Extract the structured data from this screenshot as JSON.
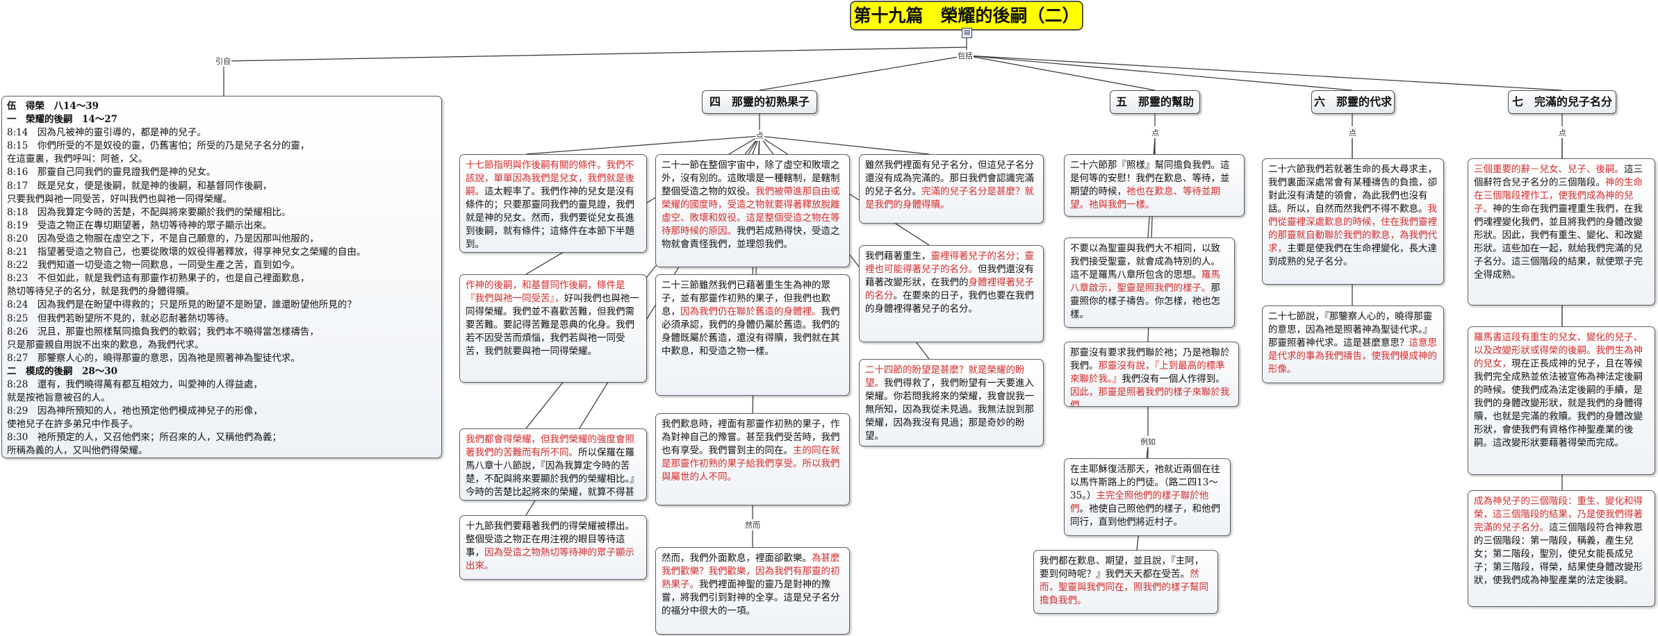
{
  "title": "第十九篇　榮耀的後嗣（二）",
  "connectors": {
    "quote": "引自",
    "includes": "包括",
    "item": "点",
    "however": "然而",
    "example": "例如"
  },
  "headings": {
    "h4": "四　那靈的初熟果子",
    "h5": "五　那靈的幫助",
    "h6": "六　那靈的代求",
    "h7": "七　完滿的兒子名分"
  },
  "left_lines": [
    "伍　得榮　八14～39",
    "一　榮耀的後嗣　14～27",
    "8:14　因為凡被神的靈引導的，都是神的兒子。",
    "8:15　你們所受的不是奴役的靈，仍舊害怕；所受的乃是兒子名分的靈，",
    "在這靈裏，我們呼叫：阿爸，父。",
    "8:16　那靈自己同我們的靈見證我們是神的兒女。",
    "8:17　既是兒女，便是後嗣，就是神的後嗣，和基督同作後嗣，",
    "只要我們與祂一同受苦，好叫我們也與祂一同得榮耀。",
    "8:18　因為我算定今時的苦楚，不配與將來要顯於我們的榮耀相比。",
    "8:19　受造之物正在專切期望著，熱切等待神的眾子顯示出來。",
    "8:20　因為受造之物服在虛空之下，不是自己願意的，乃是因那叫他服的，",
    "8:21　指望著受造之物自己，也要從敗壞的奴役得著釋放，得享神兒女之榮耀的自由。",
    "8:22　我們知道一切受造之物一同歎息，一同受生產之苦，直到如今。",
    "8:23　不但如此，就是我們這有那靈作初熟果子的，也是自己裡面歎息，",
    "熱切等待兒子的名分，就是我們的身體得贖。",
    "8:24　因為我們是在盼望中得救的；只是所見的盼望不是盼望，誰還盼望他所見的？",
    "8:25　但我們若盼望所不見的，就必忍耐著熱切等待。",
    "8:26　況且，那靈也照樣幫同擔負我們的軟弱；我們本不曉得當怎樣禱告，",
    "只是那靈親自用說不出來的歎息，為我們代求。",
    "8:27　那鑒察人心的，曉得那靈的意思，因為祂是照著神為聖徒代求。",
    "二　模成的後嗣　28～30",
    "8:28　還有，我們曉得萬有都互相效力，叫愛神的人得益處，",
    "就是按祂旨意被召的人。",
    "8:29　因為神所預知的人，祂也預定他們模成神兒子的形像，",
    "使祂兒子在許多弟兄中作長子。",
    "8:30　祂所預定的人，又召他們來；所召來的人，又稱他們為義；",
    "所稱為義的人，又叫他們得榮耀。"
  ],
  "boxes": {
    "b1": [
      {
        "t": "十七節指明與作後嗣有關的條件。我們不該說，單單因為我們是兒女，我們就是後嗣。",
        "r": true
      },
      {
        "t": "這太輕率了。我們作神的兒女是沒有條件的；只要那靈同我們的靈見證，我們就是神的兒女。然而，我們要從兒女長進到後嗣，就有條件；這條件在本節下半題到。",
        "r": false
      }
    ],
    "b2": [
      {
        "t": "作神的後嗣，和基督同作後嗣，條件是『我們與祂一同受苦』，",
        "r": true
      },
      {
        "t": "好叫我們也與祂一同得榮耀。我們並不喜歡苦難，但我們需要苦難。要記得苦難是恩典的化身。我們若不因受苦而煩惱，我們若與祂一同受苦，我們就要與祂一同得榮耀。",
        "r": false
      }
    ],
    "b3": [
      {
        "t": "我們都會得榮耀，但我們榮耀的強度會照著我們的苦難而有所不同。",
        "r": true
      },
      {
        "t": "所以保羅在羅馬八章十八節說，『因為我算定今時的苦楚，不配與將來要顯於我們的榮耀相比。』今時的苦楚比起將來的榮耀，就算不得甚麼。",
        "r": false
      }
    ],
    "b4": [
      {
        "t": "十九節我們要藉著我們的得榮耀被標出。整個受造之物正在用注視的眼目等待這事，",
        "r": false
      },
      {
        "t": "因為受造之物熱切等待神的眾子顯示出來。",
        "r": true
      }
    ],
    "b5": [
      {
        "t": "二十一節在整個宇宙中，除了虛空和敗壞之外，沒有別的。這敗壞是一種轄制，是轄制整個受造之物的奴役。",
        "r": false
      },
      {
        "t": "我們被帶進那自由或榮耀的國度時，受造之物就要得著釋放脫離虛空、敗壞和奴役。這是整個受造之物在等待那時候的原因。",
        "r": true
      },
      {
        "t": "我們若成熟得快，受造之物就會責怪我們，並理怨我們。",
        "r": false
      }
    ],
    "b6": [
      {
        "t": "二十三節雖然我們已藉著重生生為神的眾子，並有那靈作初熟的果子，但我們也歎息，",
        "r": false
      },
      {
        "t": "因為我們仍在聯於舊造的身體裡。",
        "r": true
      },
      {
        "t": "我們必須承認，我們的身體仍屬於舊造。我們的身體既屬於舊造，還沒有得贖，我們就在其中歎息，和受造之物一樣。",
        "r": false
      }
    ],
    "b7": [
      {
        "t": "我們歎息時，裡面有那靈作初熟的果子，作為對神自己的豫嘗。甚至我們受苦時，我們也有享受。我們嘗到主的同在。",
        "r": false
      },
      {
        "t": "主的同在就是那靈作初熟的果子給我們享受。所以我們與屬世的人不同。",
        "r": true
      }
    ],
    "b8": [
      {
        "t": "然而，我們外面歎息，裡面卻歡樂。",
        "r": false
      },
      {
        "t": "為甚麼我們歡樂？我們歡樂，因為我們有那靈的初熟果子。",
        "r": true
      },
      {
        "t": "我們裡面神聖的靈乃是對神的豫嘗，將我們引到對神的全享。這是兒子名分的福分中很大的一項。",
        "r": false
      }
    ],
    "b9": [
      {
        "t": "雖然我們裡面有兒子名分，但這兒子名分還沒有成為完滿的。那日我們會認識完滿的兒子名分。",
        "r": false
      },
      {
        "t": "完滿的兒子名分是甚麼？就是我們的身體得贖。",
        "r": true
      }
    ],
    "b10": [
      {
        "t": "我們藉著重生，",
        "r": false
      },
      {
        "t": "靈裡得著兒子的名分；靈裡也可能得著兒子的名分。",
        "r": true
      },
      {
        "t": "但我們還沒有藉著改變形狀，在我們的",
        "r": false
      },
      {
        "t": "身體裡得著兒子的名分",
        "r": true
      },
      {
        "t": "。在要來的日子，我們也要在我們的身體裡得著兒子的名分。",
        "r": false
      }
    ],
    "b11": [
      {
        "t": "二十四節的盼望是甚麼？就是榮耀的盼望。",
        "r": true
      },
      {
        "t": "我們得救了，我們盼望有一天要進入榮耀。你若問我將來的榮耀，我會說我一無所知，因為我從未見過。我無法說到那榮耀，因為我沒有見過；那是奇妙的盼望。",
        "r": false
      }
    ],
    "b12": [
      {
        "t": "二十六節那『照樣』幫同擔負我們。這是何等的安慰！我們在歎息、等待，並期望的時候，",
        "r": false
      },
      {
        "t": "祂也在歎息、等待並期望。祂與我們一樣。",
        "r": true
      }
    ],
    "b13": [
      {
        "t": "不要以為聖靈與我們大不相同，以致我們接受聖靈，就會成為特別的人。這不是羅馬八章所包含的思想。",
        "r": false
      },
      {
        "t": "羅馬八章啟示，聖靈是照我們的樣子。",
        "r": true
      },
      {
        "t": "那靈照你的樣子禱告。你怎樣，祂也怎樣。",
        "r": false
      }
    ],
    "b14": [
      {
        "t": "那靈沒有要求我們聯於祂；乃是祂聯於我們。",
        "r": false
      },
      {
        "t": "那靈沒有說，『上到最高的標準來聯於我。』",
        "r": true
      },
      {
        "t": "我們沒有一個人作得到。",
        "r": false
      },
      {
        "t": "因此，那靈是照著我們的樣子來聯於我們。",
        "r": true
      }
    ],
    "b15": [
      {
        "t": "在主耶穌復活那天，祂就近兩個在往以馬忤斯路上的門徒。（路二四13～35。）",
        "r": false
      },
      {
        "t": "主完全照他們的樣子聯於他們",
        "r": true
      },
      {
        "t": "。祂使自己照他們的樣子，和他們同行，直到他們將近村子。",
        "r": false
      }
    ],
    "b16": [
      {
        "t": "我們都在歎息、期望，並且說，『主阿，要到何時呢？』我們天天都在受苦。",
        "r": false
      },
      {
        "t": "然而，聖靈與我們同在，照我們的樣子幫同擔負我們。",
        "r": true
      }
    ],
    "b17": [
      {
        "t": "二十六節我們若就著生命的長大尋求主，我們裏面深處常會有某種禱告的負擔，卻對此沒有清楚的領會，為此我們也沒有話。所以，自然而然我們不得不歎息。",
        "r": false
      },
      {
        "t": "我們從靈裡深處歎息的時候，住在我們靈裡的那靈就自動聯於我們的歎息，為我們代求，",
        "r": true
      },
      {
        "t": "主要是使我們在生命裡變化，長大達到成熟的兒子名分。",
        "r": false
      }
    ],
    "b18": [
      {
        "t": "二十七節說，『那鑒察人心的，曉得那靈的意思，因為祂是照著神為聖徒代求。』那靈照著神代求。這是甚麼意思？",
        "r": false
      },
      {
        "t": "這意思是代求的事為我們禱告，使我們模成神的形像。",
        "r": true
      }
    ],
    "b19": [
      {
        "t": "三個重要的辭－兒女、兒子、後嗣。",
        "r": true
      },
      {
        "t": "這三個辭符合兒子名分的三個階段。",
        "r": false
      },
      {
        "t": "神的生命在三個階段裡作工，使我們成為神的兒子。",
        "r": true
      },
      {
        "t": "神的生命在我們靈裡重生我們，在我們魂裡變化我們，並且將我們的身體改變形狀。因此，我們有重生、變化、和改變形狀。這些加在一起，就給我們完滿的兒子名分。這三個階段的結果，就使眾子完全得成熟。",
        "r": false
      }
    ],
    "b20": [
      {
        "t": "羅馬書這段有重生的兒女、變化的兒子、以及改變形狀或得榮的後嗣。我們生為神的兒女，",
        "r": true
      },
      {
        "t": "現在正長成神的兒子，且在等候我們完全成熟並依法被宣佈為神法定後嗣的時候。使我們成為法定後嗣的手續，是我們的身體改變形狀，就是我們的身體得贖，也就是完滿的救贖。我們的身體改變形狀，會使我們有資格作神聖產業的後嗣。這改變形狀要藉著得榮而完成。",
        "r": false
      }
    ],
    "b21": [
      {
        "t": "成為神兒子的三個階段：重生、變化和得榮，這三個階段的結果，乃是使我們得著完滿的兒子名分。",
        "r": true
      },
      {
        "t": "這三個階段符合神救恩的三個階段：第一階段，稱義，產生兒女；第二階段，聖別，使兒女能長成兒子；第三階段，得榮，結果使身體改變形狀，使我們成為神聖產業的法定後嗣。",
        "r": false
      }
    ]
  }
}
